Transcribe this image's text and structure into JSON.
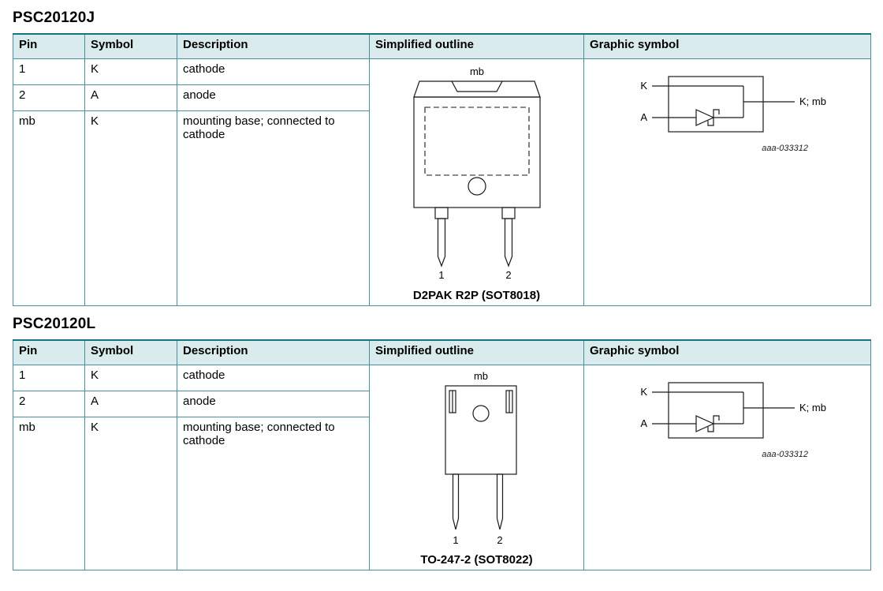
{
  "colors": {
    "header_bg": "#d9ebec",
    "table_border": "#4a8f9b",
    "table_border_strong": "#1a7280"
  },
  "sections": [
    {
      "title": "PSC20120J",
      "table": {
        "headers": [
          "Pin",
          "Symbol",
          "Description",
          "Simplified outline",
          "Graphic symbol"
        ],
        "rows": [
          {
            "pin": "1",
            "symbol": "K",
            "description": "cathode"
          },
          {
            "pin": "2",
            "symbol": "A",
            "description": "anode"
          },
          {
            "pin": "mb",
            "symbol": "K",
            "description": "mounting base; connected to cathode"
          }
        ],
        "outline": {
          "package_label": "mb",
          "pin1_label": "1",
          "pin2_label": "2",
          "caption": "D2PAK R2P (SOT8018)"
        },
        "graphic_symbol": {
          "cathode_label": "K",
          "anode_label": "A",
          "output_label": "K; mb",
          "figure_ref": "aaa-033312"
        }
      }
    },
    {
      "title": "PSC20120L",
      "table": {
        "headers": [
          "Pin",
          "Symbol",
          "Description",
          "Simplified outline",
          "Graphic symbol"
        ],
        "rows": [
          {
            "pin": "1",
            "symbol": "K",
            "description": "cathode"
          },
          {
            "pin": "2",
            "symbol": "A",
            "description": "anode"
          },
          {
            "pin": "mb",
            "symbol": "K",
            "description": "mounting base; connected to cathode"
          }
        ],
        "outline": {
          "package_label": "mb",
          "pin1_label": "1",
          "pin2_label": "2",
          "caption": "TO-247-2 (SOT8022)"
        },
        "graphic_symbol": {
          "cathode_label": "K",
          "anode_label": "A",
          "output_label": "K; mb",
          "figure_ref": "aaa-033312"
        }
      }
    }
  ]
}
